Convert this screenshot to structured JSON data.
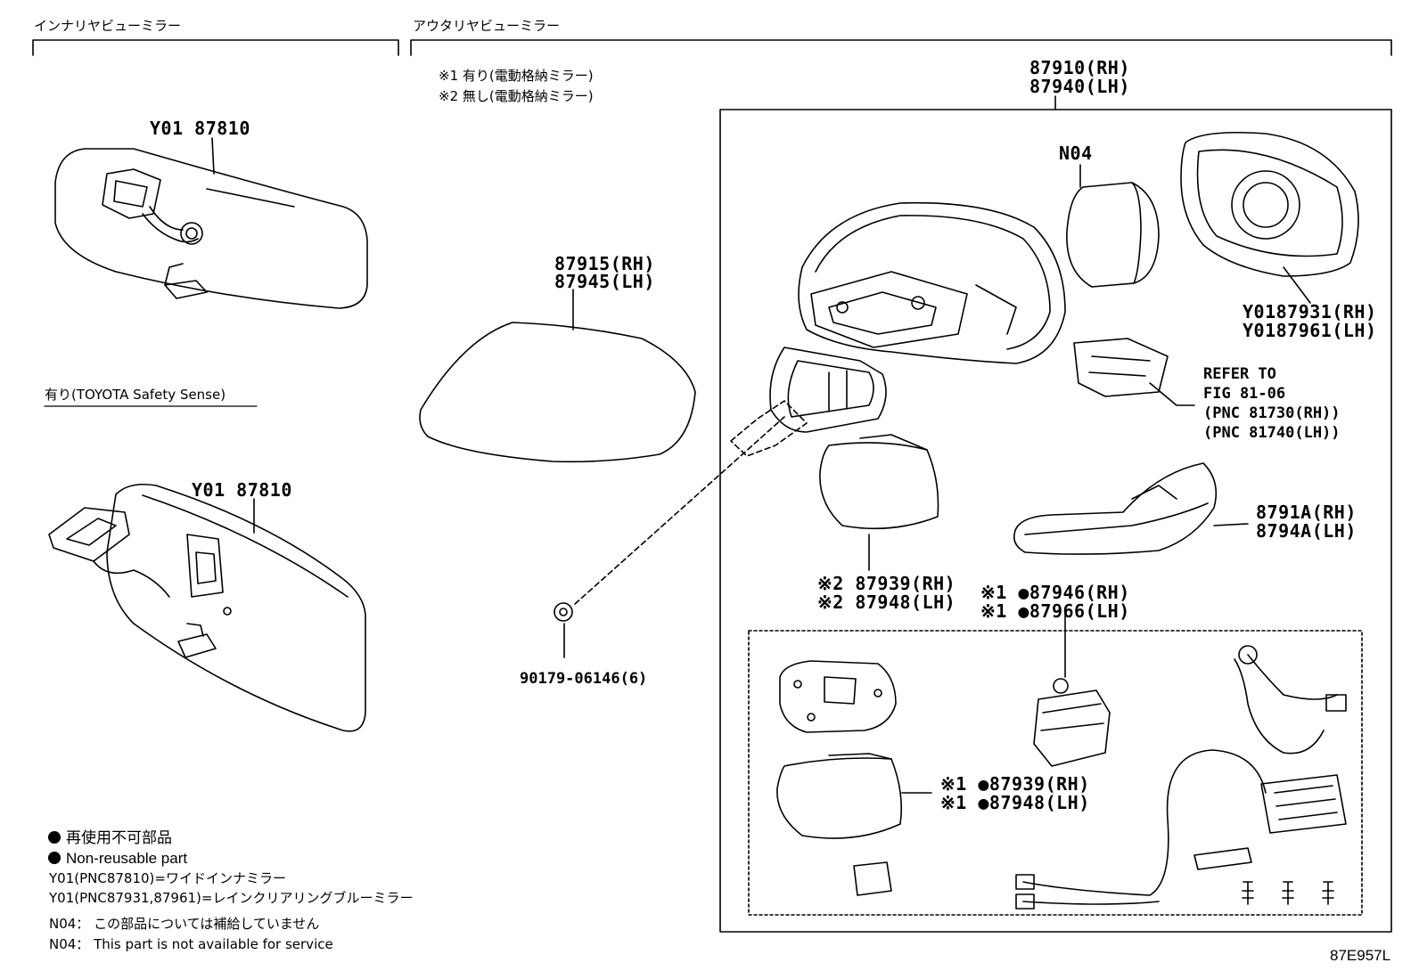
{
  "headers": {
    "inner": "インナリヤビューミラー",
    "outer": "アウタリヤビューミラー"
  },
  "conditions": {
    "c1": "※1 有り(電動格納ミラー)",
    "c2": "※2 無し(電動格納ミラー)"
  },
  "labels": {
    "inner_mirror_top": "Y01 87810",
    "safety_sense": "有り(TOYOTA Safety Sense)",
    "inner_mirror_bottom": "Y01 87810",
    "cover_rh": "87915(RH)",
    "cover_lh": "87945(LH)",
    "clip": "90179-06146(6)",
    "assy_rh": "87910(RH)",
    "assy_lh": "87940(LH)",
    "n04": "N04",
    "glass_rh": "Y0187931(RH)",
    "glass_lh": "Y0187961(LH)",
    "refer_1": "REFER TO",
    "refer_2": "FIG 81-06",
    "refer_3": "(PNC 81730(RH))",
    "refer_4": "(PNC 81740(LH))",
    "lamp_rh": "8791A(RH)",
    "lamp_lh": "8794A(LH)",
    "housing_rh": "※2 87939(RH)",
    "housing_lh": "※2 87948(LH)",
    "retract_rh": "※1 ●87946(RH)",
    "retract_lh": "※1 ●87966(LH)",
    "housing2_rh": "※1 ●87939(RH)",
    "housing2_lh": "※1 ●87948(LH)"
  },
  "notes": {
    "nonreuse_jp": "再使用不可部品",
    "nonreuse_en": "Non-reusable part",
    "y01_a": "Y01(PNC87810)=ワイドインナミラー",
    "y01_b": "Y01(PNC87931,87961)=レインクリアリングブルーミラー",
    "n04_jp": "N04： この部品については補給していません",
    "n04_en": "N04： This part is not available for service"
  },
  "figure_id": "87E957L"
}
